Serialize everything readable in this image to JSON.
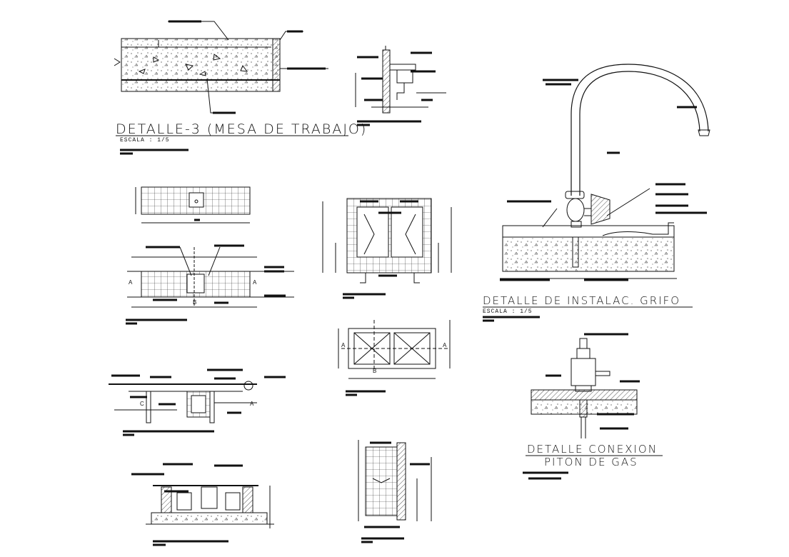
{
  "titles": {
    "mesa": "DETALLE-3 (MESA DE TRABAJO)",
    "mesa_scale": "ESCALA : 1/5",
    "grifo": "DETALLE DE INSTALAC. GRIFO",
    "grifo_scale": "ESCALA : 1/5",
    "piton_line1": "DETALLE CONEXION",
    "piton_line2": "PITON DE GAS"
  },
  "section_marks": {
    "a": "A",
    "b": "B",
    "c": "C"
  },
  "colors": {
    "ink": "#111111",
    "background": "#ffffff"
  }
}
